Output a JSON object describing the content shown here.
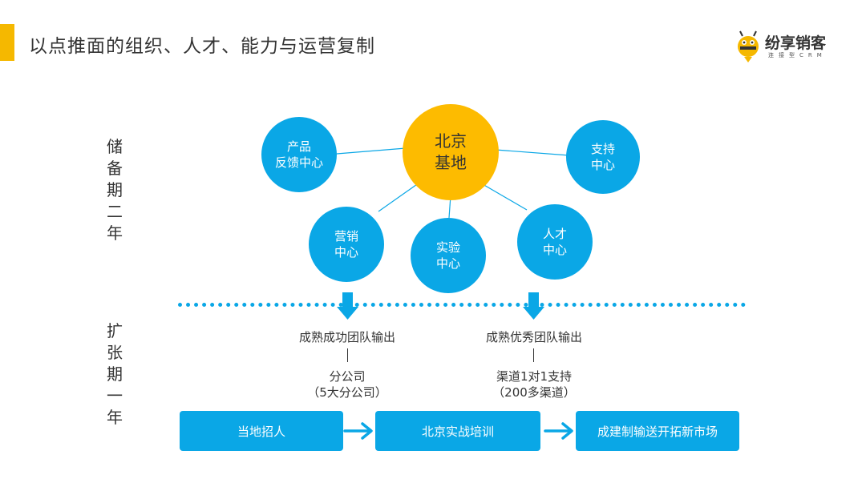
{
  "header": {
    "title": "以点推面的组织、人才、能力与运营复制"
  },
  "logo": {
    "name": "纷享销客",
    "tagline": "连接型CRM"
  },
  "side_labels": {
    "stage1": [
      "储",
      "备",
      "期",
      "二",
      "年"
    ],
    "stage2": [
      "扩",
      "张",
      "期",
      "一",
      "年"
    ]
  },
  "hub": {
    "label": "北京\n基地"
  },
  "centers": {
    "feedback": "产品\n反馈中心",
    "support": "支持\n中心",
    "marketing": "营销\n中心",
    "lab": "实验\n中心",
    "talent": "人才\n中心"
  },
  "outputs": {
    "left_title": "成熟成功团队输出",
    "left_detail": "分公司\n（5大分公司）",
    "right_title": "成熟优秀团队输出",
    "right_detail": "渠道1对1支持\n（200多渠道）"
  },
  "flow": [
    "当地招人",
    "北京实战培训",
    "成建制输送开拓新市场"
  ],
  "colors": {
    "accent": "#f5b800",
    "blue": "#0aa7e6",
    "hub": "#fdbb00"
  }
}
